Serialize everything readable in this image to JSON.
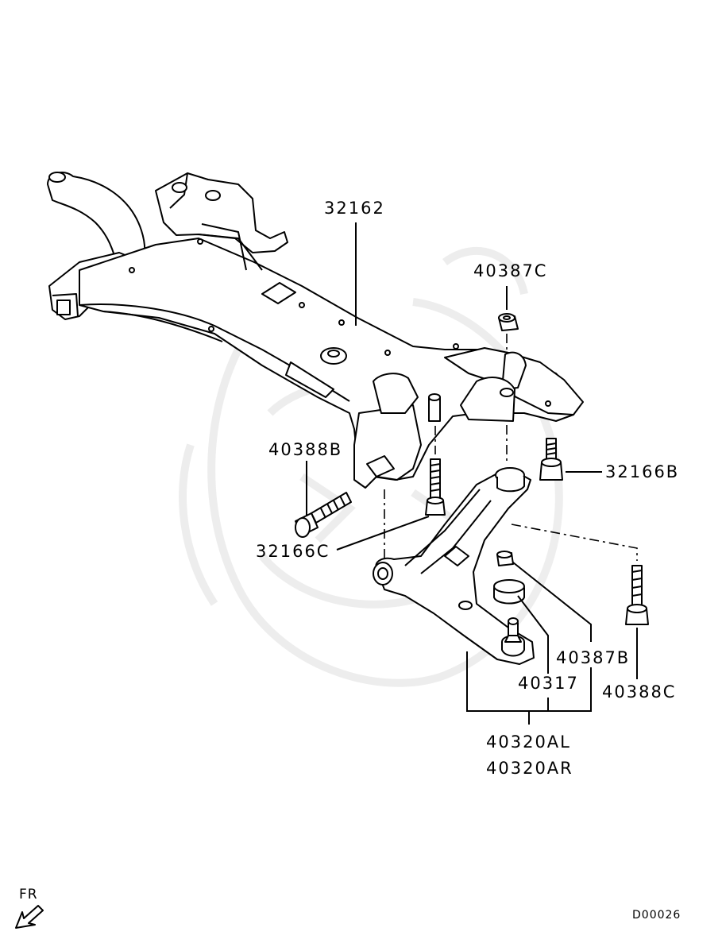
{
  "labels": {
    "p32162": "32162",
    "p40387C": "40387C",
    "p40388B": "40388B",
    "p32166B": "32166B",
    "p32166C": "32166C",
    "p40387B": "40387B",
    "p40317": "40317",
    "p40388C": "40388C",
    "p40320AL": "40320AL",
    "p40320AR": "40320AR"
  },
  "direction": {
    "text": "FR",
    "icon": "front-arrow-icon"
  },
  "diagram_code": "D00026",
  "colors": {
    "ink": "#000000",
    "watermark": "#ececec",
    "background": "#ffffff"
  }
}
